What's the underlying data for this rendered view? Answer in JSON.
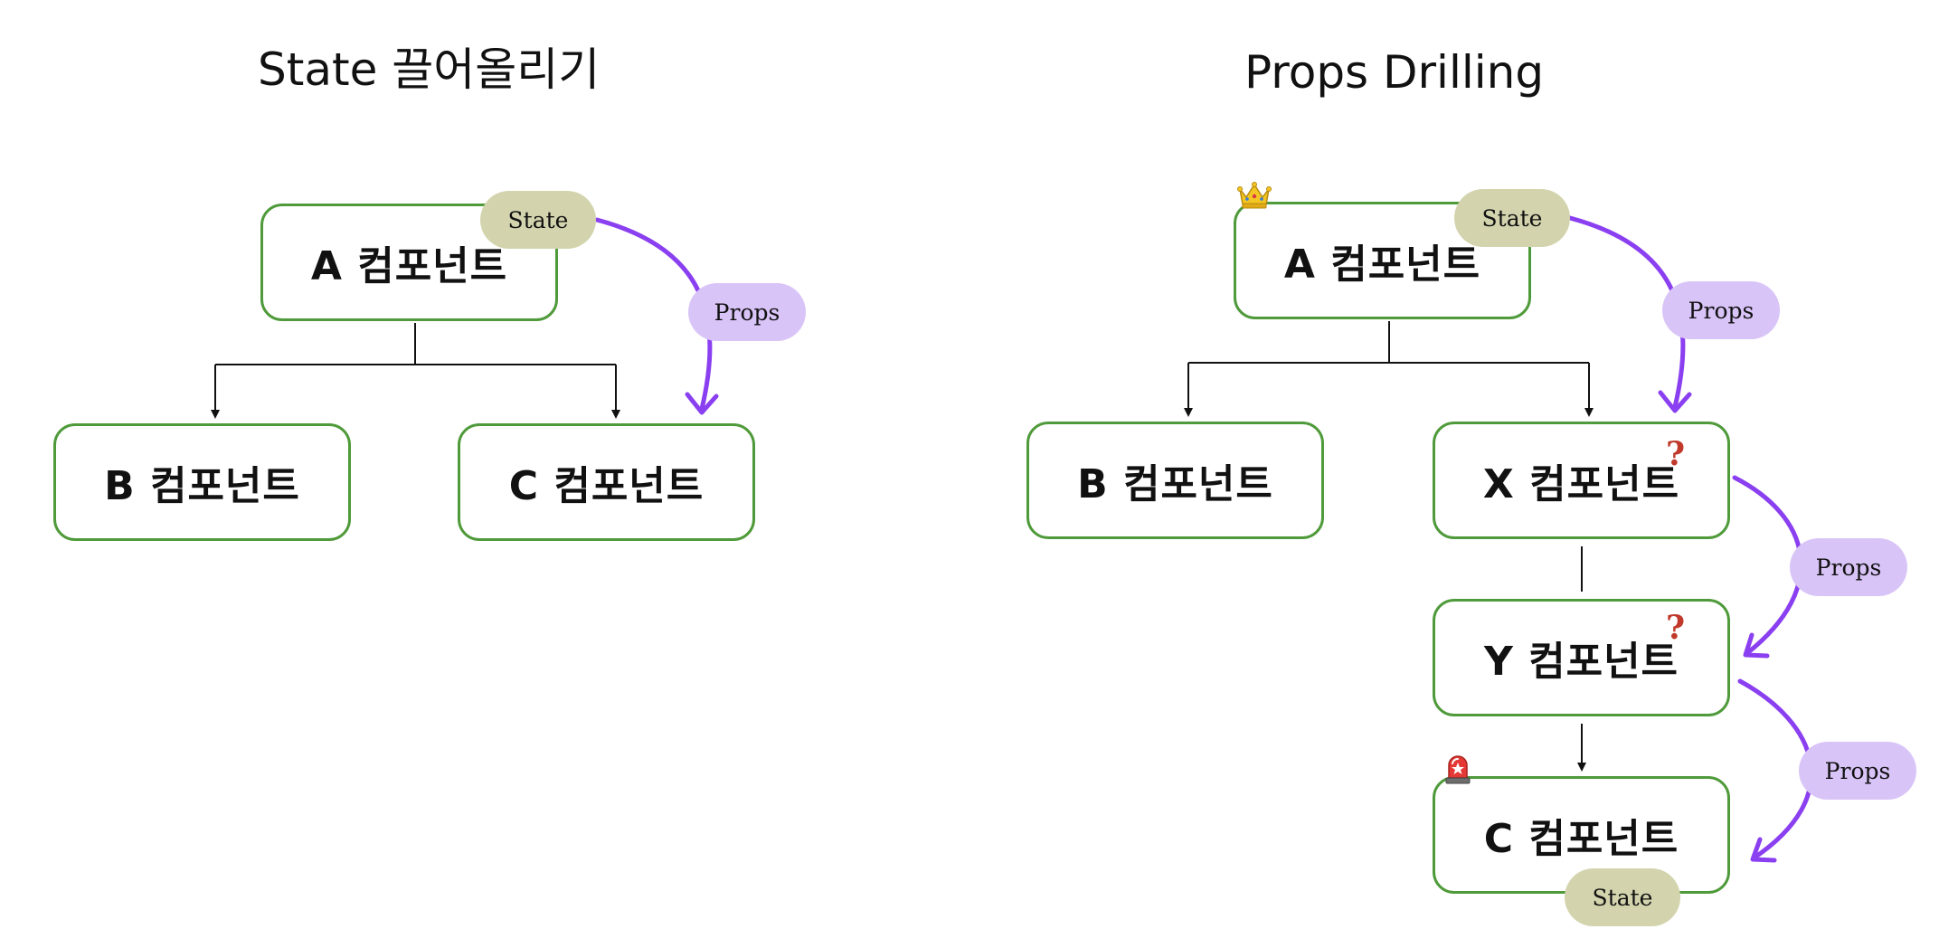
{
  "left_diagram": {
    "title": "State 끌어올리기",
    "box_a": "A 컴포넌트",
    "box_b": "B 컴포넌트",
    "box_c": "C 컴포넌트",
    "state_tag": "State",
    "props_tag": "Props"
  },
  "right_diagram": {
    "title": "Props Drilling",
    "box_a": "A 컴포넌트",
    "box_b": "B 컴포넌트",
    "box_x": "X 컴포넌트",
    "box_y": "Y 컴포넌트",
    "box_c": "C 컴포넌트",
    "state_tag_a": "State",
    "state_tag_c": "State",
    "props_tag_1": "Props",
    "props_tag_2": "Props",
    "props_tag_3": "Props",
    "question_mark_x": "?",
    "question_mark_y": "?"
  },
  "icons": {
    "crown": "crown-icon",
    "siren": "siren-icon"
  },
  "colors": {
    "box_border": "#4f9a3a",
    "state_tag": "#d3d4ad",
    "props_tag": "#d9c4f8",
    "props_arrow": "#8a3ff0",
    "tree_line": "#111111",
    "question_mark": "#c0392b"
  }
}
